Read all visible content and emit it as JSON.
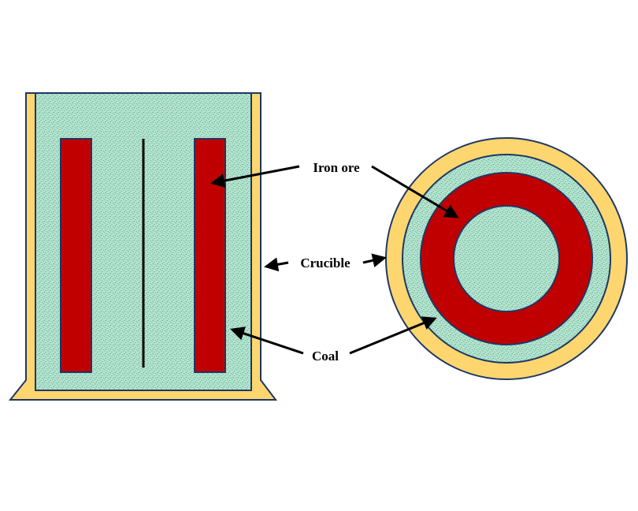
{
  "labels": {
    "iron_ore": "Iron ore",
    "crucible": "Crucible",
    "coal": "Coal"
  },
  "colors": {
    "crucible_wall": "#FDD66F",
    "coal_fill": "#B4E3CE",
    "coal_speckle": "#2E8C70",
    "iron_ore": "#C00000",
    "outline": "#1F3864",
    "arrow": "#000000"
  }
}
